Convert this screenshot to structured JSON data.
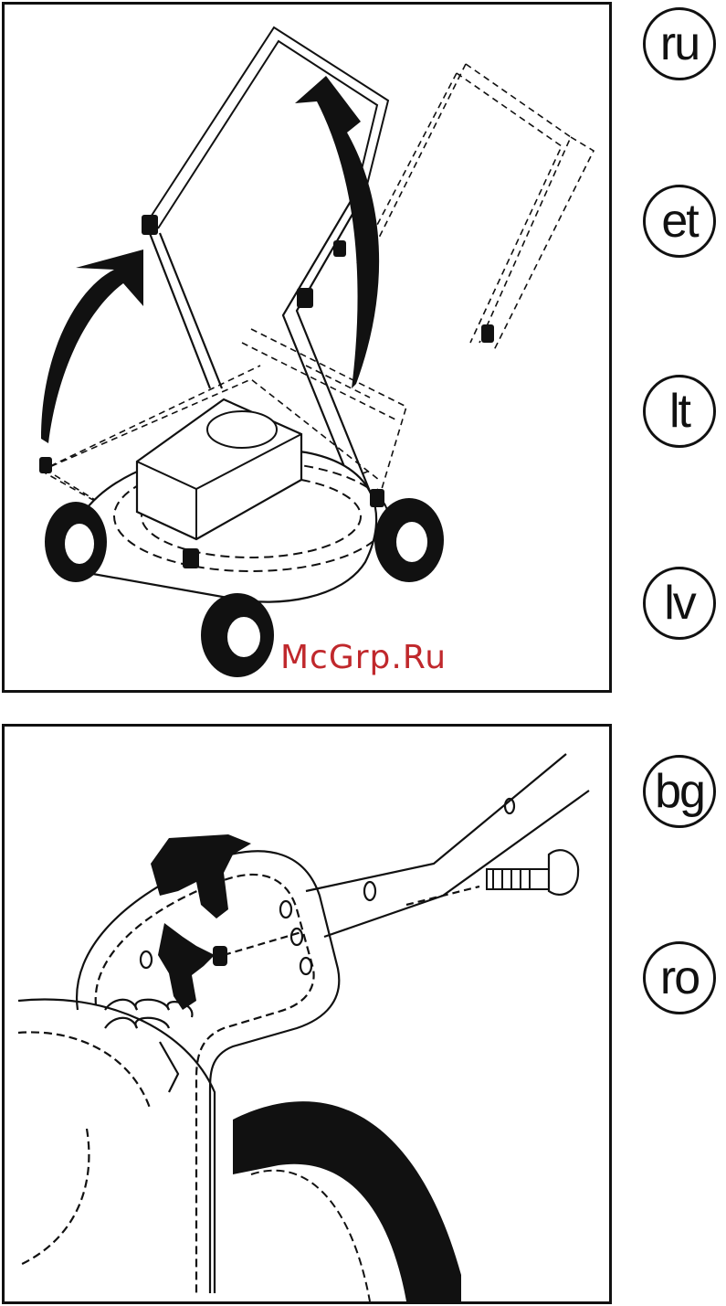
{
  "watermark": "McGrp.Ru",
  "language_badges": [
    "ru",
    "et",
    "lt",
    "lv",
    "bg",
    "ro"
  ],
  "figures": {
    "top": "lawn-mower-handle-raise",
    "bottom": "handle-bolt-knob-assembly"
  }
}
